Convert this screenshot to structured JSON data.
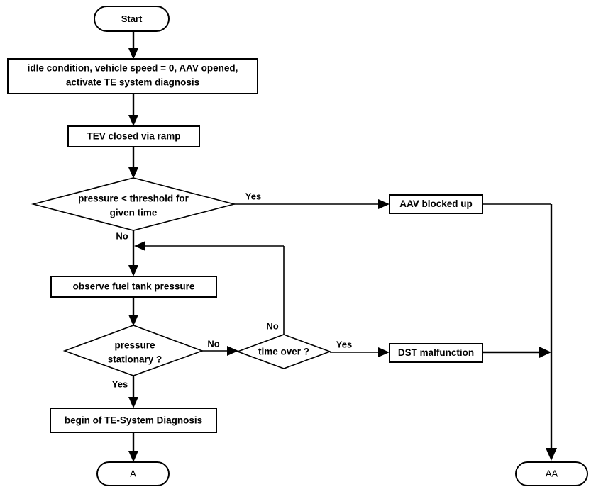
{
  "diagram": {
    "type": "flowchart",
    "title": "TE system diagnosis flowchart",
    "colors": {
      "background": "#ffffff",
      "stroke": "#000000",
      "fill": "#ffffff",
      "text": "#000000"
    },
    "nodes": [
      {
        "id": "start",
        "shape": "terminator",
        "label": "Start"
      },
      {
        "id": "idle",
        "shape": "process",
        "label": "idle condition, vehicle speed = 0, AAV opened,\nactivate TE system diagnosis",
        "line1": "idle condition, vehicle speed = 0, AAV opened,",
        "line2": "activate TE system diagnosis"
      },
      {
        "id": "tev",
        "shape": "process",
        "label": "TEV closed via ramp"
      },
      {
        "id": "press_thresh",
        "shape": "decision",
        "label": "pressure < threshold  for\ngiven time",
        "line1": "pressure < threshold  for",
        "line2": "given time"
      },
      {
        "id": "aav_blocked",
        "shape": "process",
        "label": "AAV blocked up"
      },
      {
        "id": "observe",
        "shape": "process",
        "label": "observe fuel tank pressure"
      },
      {
        "id": "press_stat",
        "shape": "decision",
        "label": "pressure\nstationary ?",
        "line1": "pressure",
        "line2": "stationary ?"
      },
      {
        "id": "time_over",
        "shape": "decision",
        "label": "time over ?"
      },
      {
        "id": "dst_malf",
        "shape": "process",
        "label": "DST malfunction"
      },
      {
        "id": "begin_te",
        "shape": "process",
        "label": "begin of TE-System Diagnosis"
      },
      {
        "id": "term_a",
        "shape": "terminator",
        "label": "A"
      },
      {
        "id": "term_aa",
        "shape": "terminator",
        "label": "AA"
      }
    ],
    "edges": [
      {
        "from": "start",
        "to": "idle",
        "label": ""
      },
      {
        "from": "idle",
        "to": "tev",
        "label": ""
      },
      {
        "from": "tev",
        "to": "press_thresh",
        "label": ""
      },
      {
        "from": "press_thresh",
        "to": "aav_blocked",
        "label": "Yes"
      },
      {
        "from": "press_thresh",
        "to": "observe",
        "label": "No"
      },
      {
        "from": "observe",
        "to": "press_stat",
        "label": ""
      },
      {
        "from": "press_stat",
        "to": "time_over",
        "label": "No"
      },
      {
        "from": "press_stat",
        "to": "begin_te",
        "label": "Yes"
      },
      {
        "from": "time_over",
        "to": "observe",
        "label": "No"
      },
      {
        "from": "time_over",
        "to": "dst_malf",
        "label": "Yes"
      },
      {
        "from": "begin_te",
        "to": "term_a",
        "label": ""
      },
      {
        "from": "aav_blocked",
        "to": "term_aa",
        "label": ""
      },
      {
        "from": "dst_malf",
        "to": "term_aa",
        "label": ""
      }
    ],
    "edge_labels": {
      "yes_threshold": "Yes",
      "no_threshold": "No",
      "no_stationary": "No",
      "yes_stationary": "Yes",
      "no_time_over": "No",
      "yes_time_over": "Yes"
    }
  }
}
